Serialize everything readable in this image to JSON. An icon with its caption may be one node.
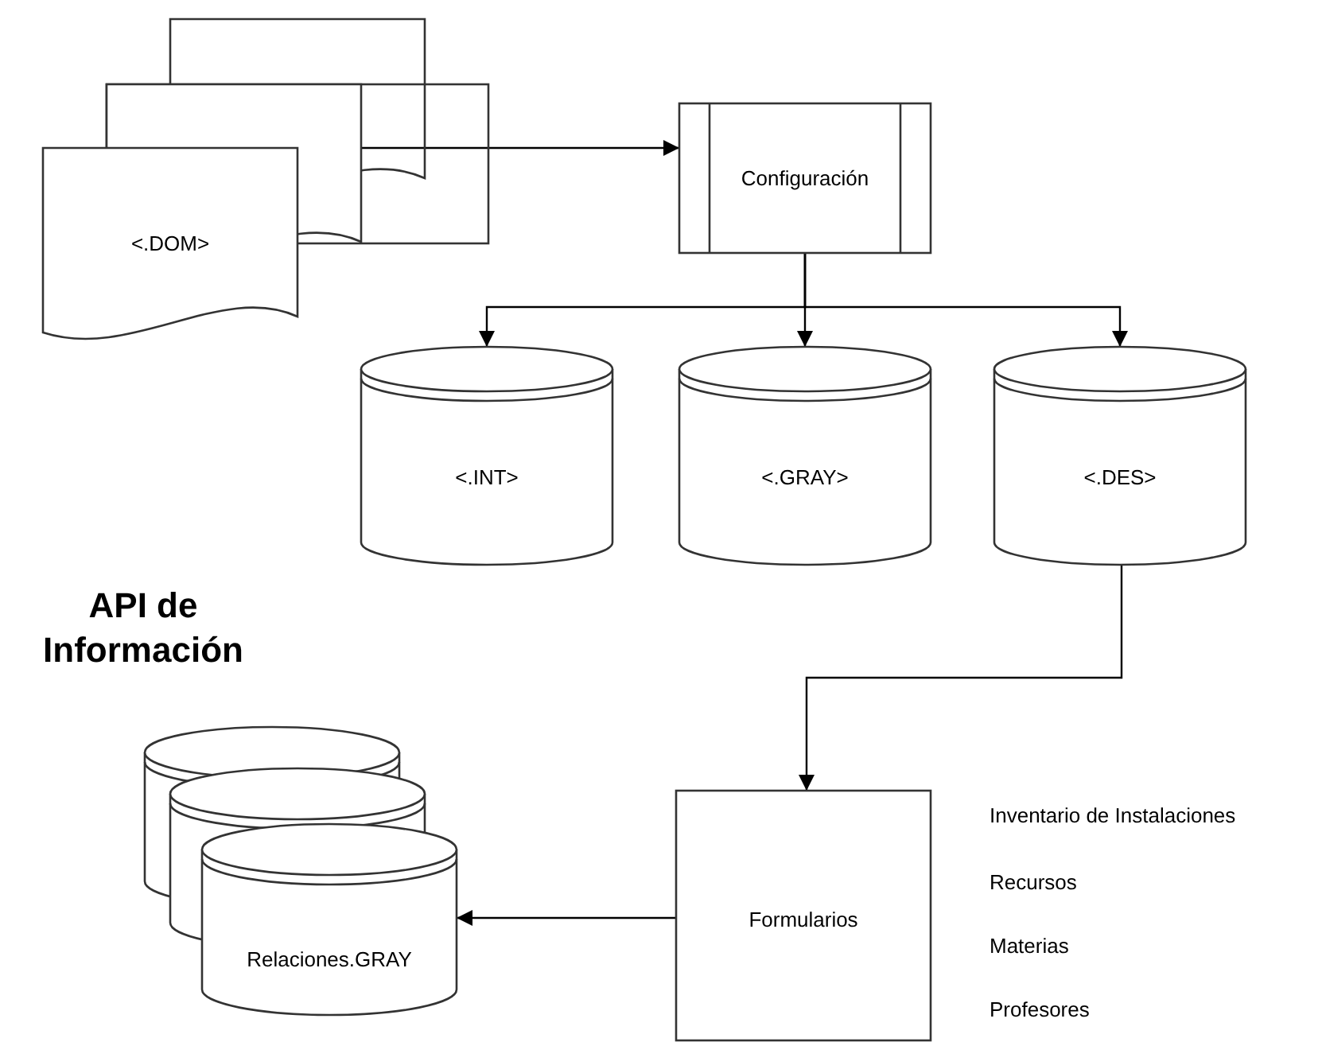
{
  "diagram": {
    "title": "API de Información",
    "nodes": [
      {
        "text": [
          "<.DOM>"
        ]
      },
      {
        "text": [
          "Configuración"
        ]
      },
      {
        "text": [
          "<.INT>"
        ]
      },
      {
        "text": [
          "<.GRAY>"
        ]
      },
      {
        "text": [
          "<.DES>"
        ]
      },
      {
        "text": [
          "Relaciones.GRAY"
        ]
      },
      {
        "text": [
          "Formularios"
        ],
        "beside": [
          "Inventario de Instalaciones",
          "Recursos",
          "Materias",
          "Profesores"
        ]
      }
    ],
    "edges": [
      {
        "from": 0,
        "to": 1,
        "arrow": "to"
      },
      {
        "from": 1,
        "to": 2,
        "arrow": "to"
      },
      {
        "from": 1,
        "to": 3,
        "arrow": "to"
      },
      {
        "from": 1,
        "to": 4,
        "arrow": "to"
      },
      {
        "from": 4,
        "to": 6,
        "arrow": "to"
      },
      {
        "from": 6,
        "to": 5,
        "arrow": "to"
      }
    ]
  }
}
